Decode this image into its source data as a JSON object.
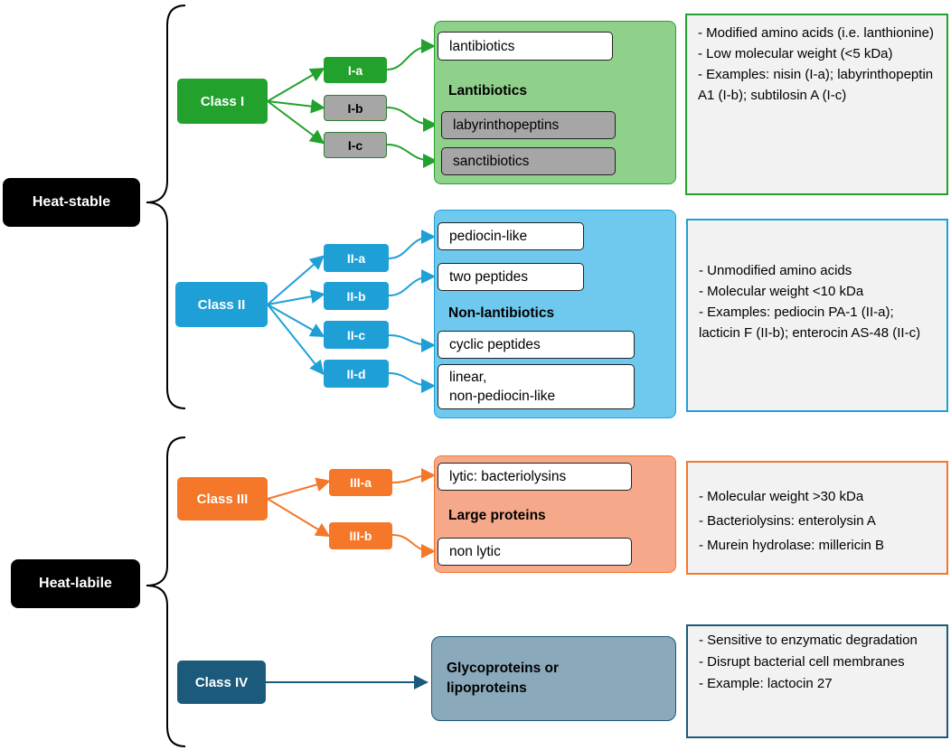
{
  "categories": {
    "heat_stable": "Heat-stable",
    "heat_labile": "Heat-labile"
  },
  "classes": {
    "class_i": "Class I",
    "class_ii": "Class II",
    "class_iii": "Class III",
    "class_iv": "Class IV"
  },
  "subclasses": {
    "ia": "I-a",
    "ib": "I-b",
    "ic": "I-c",
    "iia": "II-a",
    "iib": "II-b",
    "iic": "II-c",
    "iid": "II-d",
    "iiia": "III-a",
    "iiib": "III-b"
  },
  "groups": {
    "lantibiotics": {
      "title": "Lantibiotics",
      "items": [
        "lantibiotics",
        "labyrinthopeptins",
        "sanctibiotics"
      ]
    },
    "non_lantibiotics": {
      "title": "Non-lantibiotics",
      "items": [
        "pediocin-like",
        "two peptides",
        "cyclic peptides",
        "linear,\nnon-pediocin-like"
      ]
    },
    "large_proteins": {
      "title": "Large proteins",
      "items": [
        "lytic: bacteriolysins",
        "non lytic"
      ]
    },
    "glyco": {
      "title": "Glycoproteins or\nlipoproteins"
    }
  },
  "notes": {
    "class_i": [
      "- Modified amino acids (i.e. lanthionine)",
      "- Low molecular weight (<5 kDa)",
      "- Examples: nisin (I-a); labyrinthopeptin A1 (I-b); subtilosin A (I-c)"
    ],
    "class_ii": [
      "- Unmodified amino acids",
      "- Molecular weight <10 kDa",
      "- Examples: pediocin PA-1 (II-a); lacticin F (II-b); enterocin AS-48 (II-c)"
    ],
    "class_iii": [
      "- Molecular weight >30 kDa",
      "- Bacteriolysins: enterolysin A",
      "- Murein hydrolase: millericin B"
    ],
    "class_iv": [
      "- Sensitive to enzymatic degradation",
      "- Disrupt bacterial cell membranes",
      "- Example: lactocin 27"
    ]
  },
  "colors": {
    "green": "#22a22d",
    "blue": "#1ea0d7",
    "orange": "#f4772a",
    "navy": "#1b5a7a",
    "green_panel": "#8fd18a",
    "blue_panel": "#6fc9ef",
    "orange_panel": "#f6a98a",
    "navy_panel": "#8aa9bb"
  }
}
